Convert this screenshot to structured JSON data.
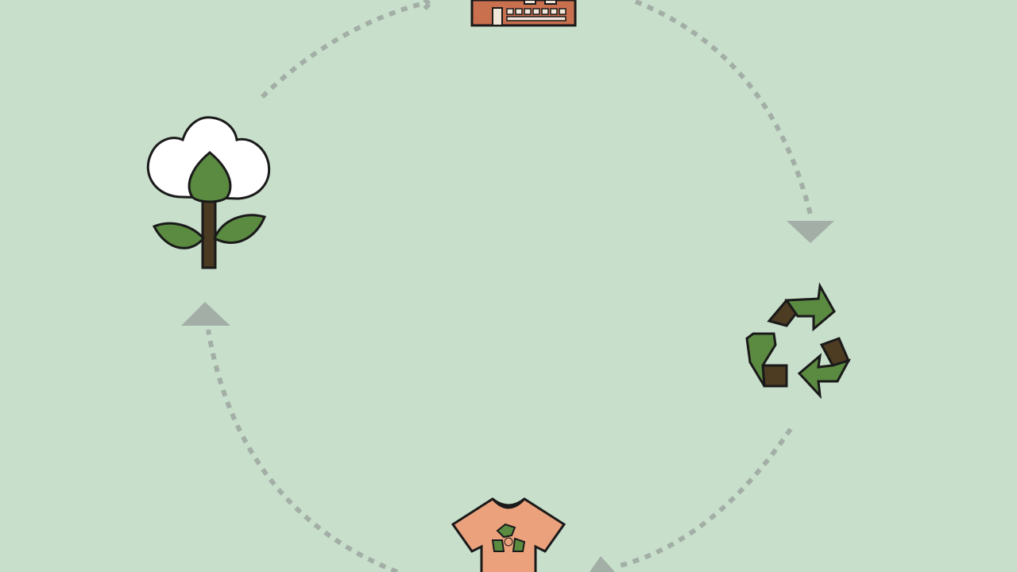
{
  "diagram": {
    "type": "cycle",
    "direction": "clockwise",
    "nodes": [
      {
        "id": "cotton-plant",
        "icon": "cotton-plant-icon"
      },
      {
        "id": "factory",
        "icon": "factory-icon"
      },
      {
        "id": "recycling",
        "icon": "recycle-icon"
      },
      {
        "id": "t-shirt",
        "icon": "t-shirt-icon"
      }
    ],
    "edges": [
      {
        "from": "cotton-plant",
        "to": "factory"
      },
      {
        "from": "factory",
        "to": "recycling"
      },
      {
        "from": "recycling",
        "to": "t-shirt"
      },
      {
        "from": "t-shirt",
        "to": "cotton-plant"
      }
    ]
  },
  "colors": {
    "background": "#c8dfcb",
    "arrow": "#a3afa6",
    "outline": "#1a1a1a",
    "leaf_green": "#5b8a41",
    "stem_brown": "#4a3a22",
    "cotton_white": "#ffffff",
    "factory_terracotta": "#c9704f",
    "shirt_peach": "#eba27c",
    "recycle_dark": "#4d3b22"
  }
}
